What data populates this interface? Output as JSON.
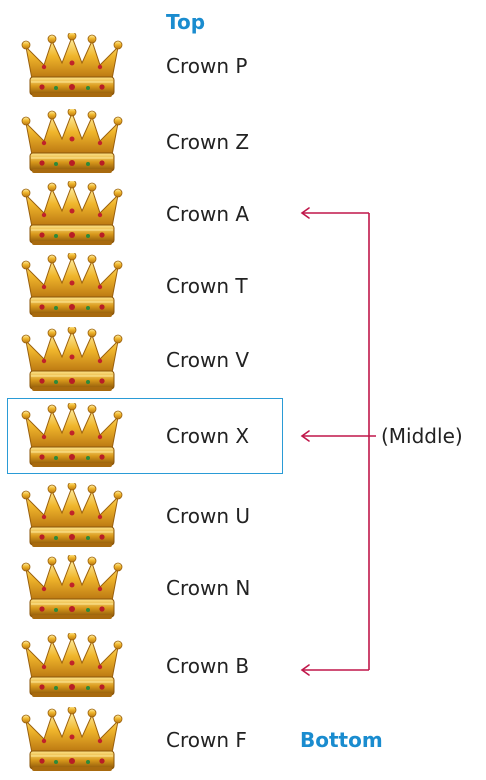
{
  "header": {
    "top_label": "Top",
    "bottom_label": "Bottom"
  },
  "crowns": [
    {
      "label": "Crown P"
    },
    {
      "label": "Crown Z"
    },
    {
      "label": "Crown A"
    },
    {
      "label": "Crown T"
    },
    {
      "label": "Crown V"
    },
    {
      "label": "Crown X",
      "highlighted": true
    },
    {
      "label": "Crown U"
    },
    {
      "label": "Crown N"
    },
    {
      "label": "Crown B"
    },
    {
      "label": "Crown F"
    }
  ],
  "bracket": {
    "label": "(Middle)",
    "color": "#c0174a"
  },
  "colors": {
    "accent": "#1a8ccf",
    "highlight_border": "#2a9bd6",
    "crown_gold": "#e0a21a"
  }
}
